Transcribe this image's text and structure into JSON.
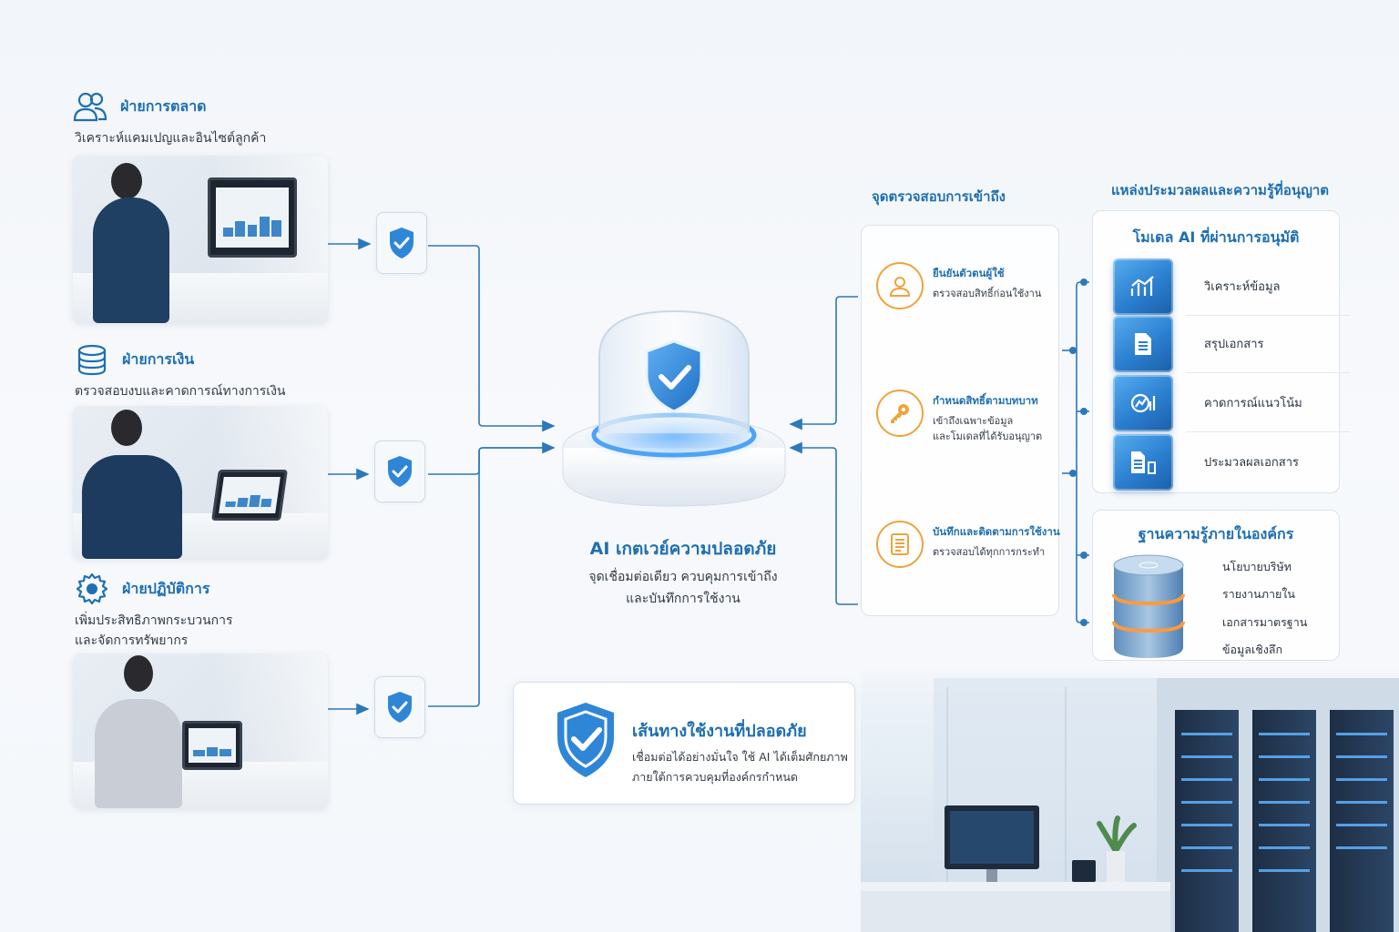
{
  "departments": [
    {
      "title": "ฝ่ายการตลาด",
      "desc_lines": [
        "วิเคราะห์แคมเปญและอินไซต์ลูกค้า"
      ],
      "icon": "users-icon"
    },
    {
      "title": "ฝ่ายการเงิน",
      "desc_lines": [
        "ตรวจสอบงบและคาดการณ์ทางการเงิน"
      ],
      "icon": "coins-icon"
    },
    {
      "title": "ฝ่ายปฏิบัติการ",
      "desc_lines": [
        "เพิ่มประสิทธิภาพกระบวนการ",
        "และจัดการทรัพยากร"
      ],
      "icon": "gear-icon"
    }
  ],
  "gateway": {
    "title": "AI เกตเวย์ความปลอดภัย",
    "desc_lines": [
      "จุดเชื่อมต่อเดียว ควบคุมการเข้าถึง",
      "และบันทึกการใช้งาน"
    ]
  },
  "secure_route": {
    "title": "เส้นทางใช้งานที่ปลอดภัย",
    "desc_lines": [
      "เชื่อมต่อได้อย่างมั่นใจ ใช้ AI ได้เต็มศักยภาพ",
      "ภายใต้การควบคุมที่องค์กรกำหนด"
    ]
  },
  "checkpoints": {
    "heading": "จุดตรวจสอบการเข้าถึง",
    "items": [
      {
        "title": "ยืนยันตัวตนผู้ใช้",
        "desc_lines": [
          "ตรวจสอบสิทธิ์ก่อนใช้งาน"
        ],
        "icon": "user-icon"
      },
      {
        "title": "กำหนดสิทธิ์ตามบทบาท",
        "desc_lines": [
          "เข้าถึงเฉพาะข้อมูล",
          "และโมเดลที่ได้รับอนุญาต"
        ],
        "icon": "key-icon"
      },
      {
        "title": "บันทึกและติดตามการใช้งาน",
        "desc_lines": [
          "ตรวจสอบได้ทุกการกระทำ"
        ],
        "icon": "log-document-icon"
      }
    ]
  },
  "resources": {
    "heading": "แหล่งประมวลผลและความรู้ที่อนุญาต",
    "models": {
      "title": "โมเดล AI ที่ผ่านการอนุมัติ",
      "items": [
        {
          "label": "วิเคราะห์ข้อมูล",
          "icon": "analytics-cube-icon"
        },
        {
          "label": "สรุปเอกสาร",
          "icon": "document-cube-icon"
        },
        {
          "label": "คาดการณ์แนวโน้ม",
          "icon": "forecast-cube-icon"
        },
        {
          "label": "ประมวลผลเอกสาร",
          "icon": "process-cube-icon"
        }
      ]
    },
    "knowledge": {
      "title": "ฐานความรู้ภายในองค์กร",
      "items": [
        "นโยบายบริษัท",
        "รายงานภายใน",
        "เอกสารมาตรฐาน",
        "ข้อมูลเชิงลึก"
      ]
    }
  },
  "colors": {
    "accent": "#1e6fb0",
    "shield": "#2f86d6",
    "connector": "#2c78b8",
    "checkpoint": "#f0a23c"
  }
}
